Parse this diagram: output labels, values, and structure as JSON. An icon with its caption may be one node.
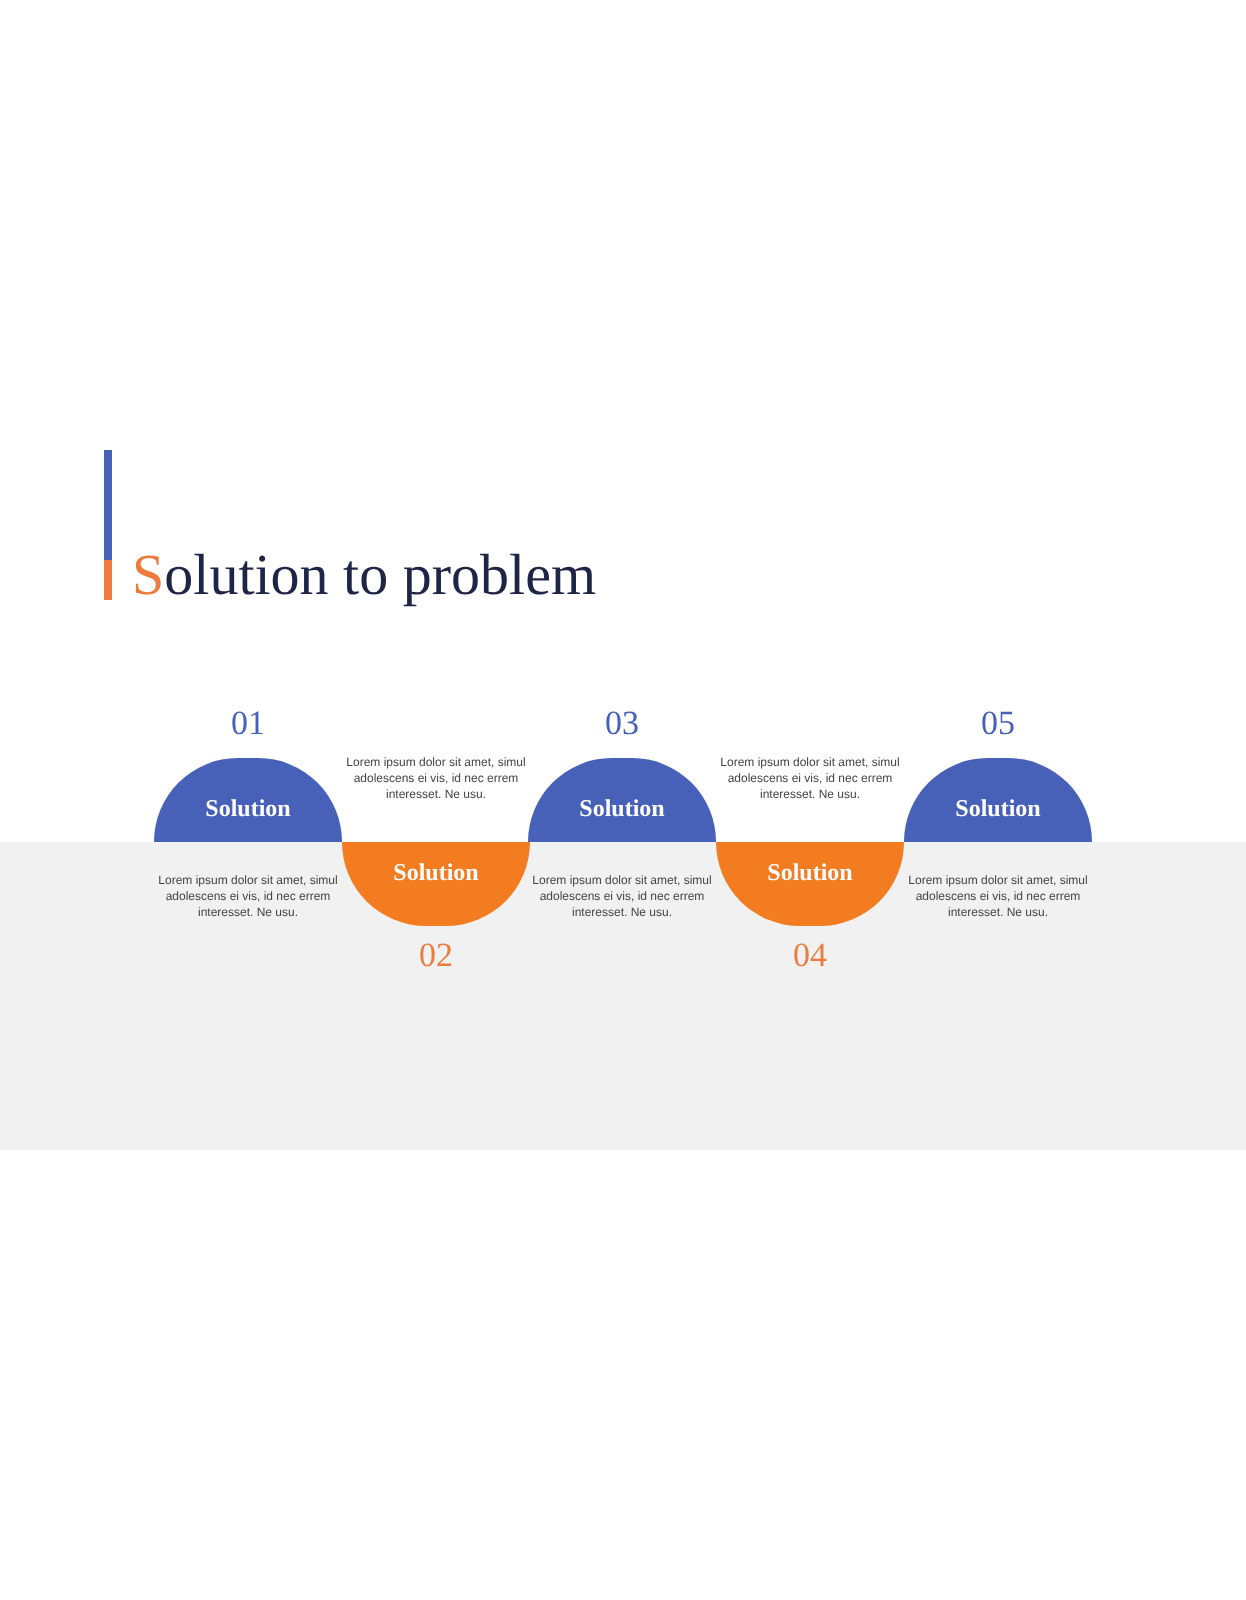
{
  "diagram": {
    "title": "Solution to problem",
    "nodes": [
      {
        "text": [
          "Solution"
        ],
        "beside": [
          "01"
        ]
      },
      {
        "text": [
          "Solution"
        ],
        "beside": [
          "02"
        ]
      },
      {
        "text": [
          "Solution"
        ],
        "beside": [
          "03"
        ]
      },
      {
        "text": [
          "Solution"
        ],
        "beside": [
          "04"
        ]
      },
      {
        "text": [
          "Solution"
        ],
        "beside": [
          "05"
        ]
      }
    ],
    "edges": [],
    "labels": [
      "Lorem ipsum dolor sit amet, simul adolescens ei vis, id nec errem interesset. Ne usu.",
      "Lorem ipsum dolor sit amet, simul adolescens ei vis, id nec errem interesset. Ne usu.",
      "Lorem ipsum dolor sit amet, simul adolescens ei vis, id nec errem interesset. Ne usu.",
      "Lorem ipsum dolor sit amet, simul adolescens ei vis, id nec errem interesset. Ne usu.",
      "Lorem ipsum dolor sit amet, simul adolescens ei vis, id nec errem interesset. Ne usu."
    ]
  }
}
